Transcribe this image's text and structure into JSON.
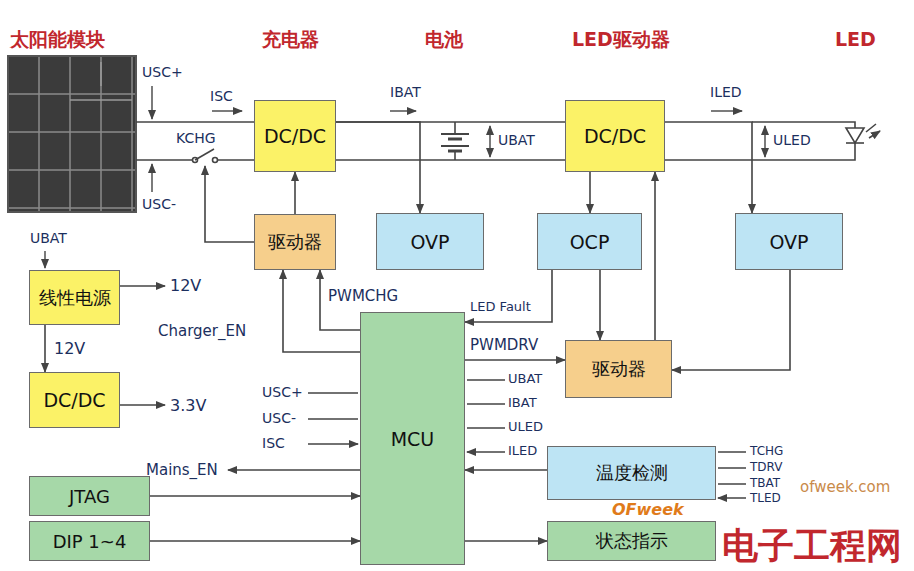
{
  "diagram": {
    "nodes": [
      {
        "text": [
          "DC/DC"
        ]
      },
      {
        "text": [
          "DC/DC"
        ]
      },
      {
        "text": [
          "驱动器"
        ]
      },
      {
        "text": [
          "OVP"
        ]
      },
      {
        "text": [
          "OCP"
        ]
      },
      {
        "text": [
          "OVP"
        ]
      },
      {
        "text": [
          "线性电源"
        ]
      },
      {
        "text": [
          "DC/DC"
        ]
      },
      {
        "text": [
          "MCU"
        ]
      },
      {
        "text": [
          "驱动器"
        ]
      },
      {
        "text": [
          "温度检测"
        ]
      },
      {
        "text": [
          "JTAG"
        ]
      },
      {
        "text": [
          "DIP 1~4"
        ]
      },
      {
        "text": [
          "状态指示"
        ]
      }
    ],
    "edges": [
      {
        "from": 0,
        "to": 1,
        "arrow": "none"
      },
      {
        "from": 0,
        "to": 3,
        "arrow": "to"
      },
      {
        "from": 1,
        "to": 4,
        "arrow": "to"
      },
      {
        "from": 1,
        "to": 5,
        "arrow": "to"
      },
      {
        "from": 2,
        "to": 0,
        "arrow": "to"
      },
      {
        "from": 4,
        "to": 9,
        "arrow": "to"
      },
      {
        "from": 4,
        "to": 8,
        "label": "LED Fault",
        "arrow": "to"
      },
      {
        "from": 9,
        "to": 1,
        "arrow": "to"
      },
      {
        "from": 5,
        "to": 9,
        "arrow": "to"
      },
      {
        "from": 8,
        "to": 2,
        "label": "PWMCHG",
        "arrow": "to"
      },
      {
        "from": 8,
        "to": 2,
        "label": "Charger_EN",
        "arrow": "to"
      },
      {
        "from": 8,
        "to": 9,
        "label": "PWMDRV",
        "arrow": "to"
      },
      {
        "from": 6,
        "to": 7,
        "label": "12V",
        "arrow": "to"
      },
      {
        "from": 10,
        "to": 8,
        "arrow": "to"
      },
      {
        "from": 8,
        "to": 13,
        "arrow": "to"
      },
      {
        "from": 11,
        "to": 8,
        "arrow": "to"
      },
      {
        "from": 12,
        "to": 8,
        "arrow": "to"
      }
    ],
    "labels": [
      "太阳能模块",
      "充电器",
      "电池",
      "LED驱动器",
      "LED",
      "USC+",
      "ISC",
      "KCHG",
      "USC-",
      "IBAT",
      "UBAT",
      "ILED",
      "ULED",
      "UBAT",
      "12V",
      "3.3V",
      "USC+",
      "USC-",
      "ISC",
      "Mains_EN",
      "UBAT",
      "IBAT",
      "ULED",
      "ILED",
      "TCHG",
      "TDRV",
      "TBAT",
      "TLED",
      "OFweek",
      "ofweek.com",
      "电子工程网"
    ]
  }
}
